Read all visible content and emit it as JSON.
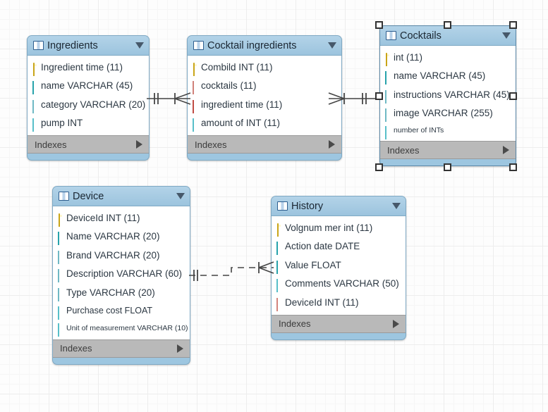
{
  "diagram": {
    "type": "eer-diagram",
    "background": "#fdfdfd",
    "grid_color": "#ededed",
    "header_color": "#9dc6e0",
    "index_bar_color": "#b9b9b9",
    "selection_handle_color": "#ffffff",
    "indexes_label": "Indexes"
  },
  "tables": [
    {
      "name": "Ingredients",
      "selected": false,
      "indexes_label": "Indexes",
      "columns": [
        {
          "label": "Ingredient time (11)",
          "icon": "primary-key-icon"
        },
        {
          "label": "name VARCHAR (45)",
          "icon": "not-null-column-icon"
        },
        {
          "label": "category VARCHAR (20)",
          "icon": "partial-column-icon"
        },
        {
          "label": "pump INT",
          "icon": "nullable-column-icon"
        }
      ]
    },
    {
      "name": "Cocktail ingredients",
      "selected": false,
      "indexes_label": "Indexes",
      "columns": [
        {
          "label": "Combild INT (11)",
          "icon": "primary-key-icon"
        },
        {
          "label": "cocktails (11)",
          "icon": "foreign-key-partial-icon"
        },
        {
          "label": "ingredient time (11)",
          "icon": "foreign-key-icon"
        },
        {
          "label": "amount of INT (11)",
          "icon": "nullable-column-icon"
        }
      ]
    },
    {
      "name": "Cocktails",
      "selected": true,
      "indexes_label": "Indexes",
      "columns": [
        {
          "label": "int (11)",
          "icon": "primary-key-icon"
        },
        {
          "label": "name VARCHAR (45)",
          "icon": "not-null-column-icon"
        },
        {
          "label": "instructions VARCHAR (45)",
          "icon": "partial-column-icon"
        },
        {
          "label": "image VARCHAR (255)",
          "icon": "partial-column-icon"
        },
        {
          "label": "number of INTs",
          "icon": "nullable-column-icon",
          "small": true
        }
      ]
    },
    {
      "name": "Device",
      "selected": false,
      "indexes_label": "Indexes",
      "columns": [
        {
          "label": "DeviceId INT (11)",
          "icon": "primary-key-icon"
        },
        {
          "label": "Name VARCHAR (20)",
          "icon": "not-null-column-icon"
        },
        {
          "label": "Brand VARCHAR (20)",
          "icon": "partial-column-icon"
        },
        {
          "label": "Description VARCHAR (60)",
          "icon": "partial-column-icon"
        },
        {
          "label": "Type VARCHAR (20)",
          "icon": "partial-column-icon"
        },
        {
          "label": "Purchase cost FLOAT",
          "icon": "nullable-column-icon"
        },
        {
          "label": "Unit of measurement VARCHAR (10)",
          "icon": "nullable-column-icon",
          "small": true
        }
      ]
    },
    {
      "name": "History",
      "selected": false,
      "indexes_label": "Indexes",
      "columns": [
        {
          "label": "Volgnum mer int (11)",
          "icon": "primary-key-icon"
        },
        {
          "label": "Action date DATE",
          "icon": "not-null-column-icon"
        },
        {
          "label": "Value FLOAT",
          "icon": "not-null-column-icon"
        },
        {
          "label": "Comments VARCHAR (50)",
          "icon": "nullable-column-icon"
        },
        {
          "label": "DeviceId INT (11)",
          "icon": "nullable-foreign-key-icon"
        }
      ]
    }
  ],
  "relationships": [
    {
      "name": "ingredients-to-cocktail-ingredients",
      "from": "Ingredients",
      "to": "Cocktail ingredients",
      "style": "identifying",
      "cardinality": "one-to-many"
    },
    {
      "name": "cocktail-ingredients-to-cocktails",
      "from": "Cocktail ingredients",
      "to": "Cocktails",
      "style": "identifying",
      "cardinality": "many-to-one"
    },
    {
      "name": "device-to-history",
      "from": "Device",
      "to": "History",
      "style": "non-identifying",
      "cardinality": "one-to-many"
    }
  ]
}
